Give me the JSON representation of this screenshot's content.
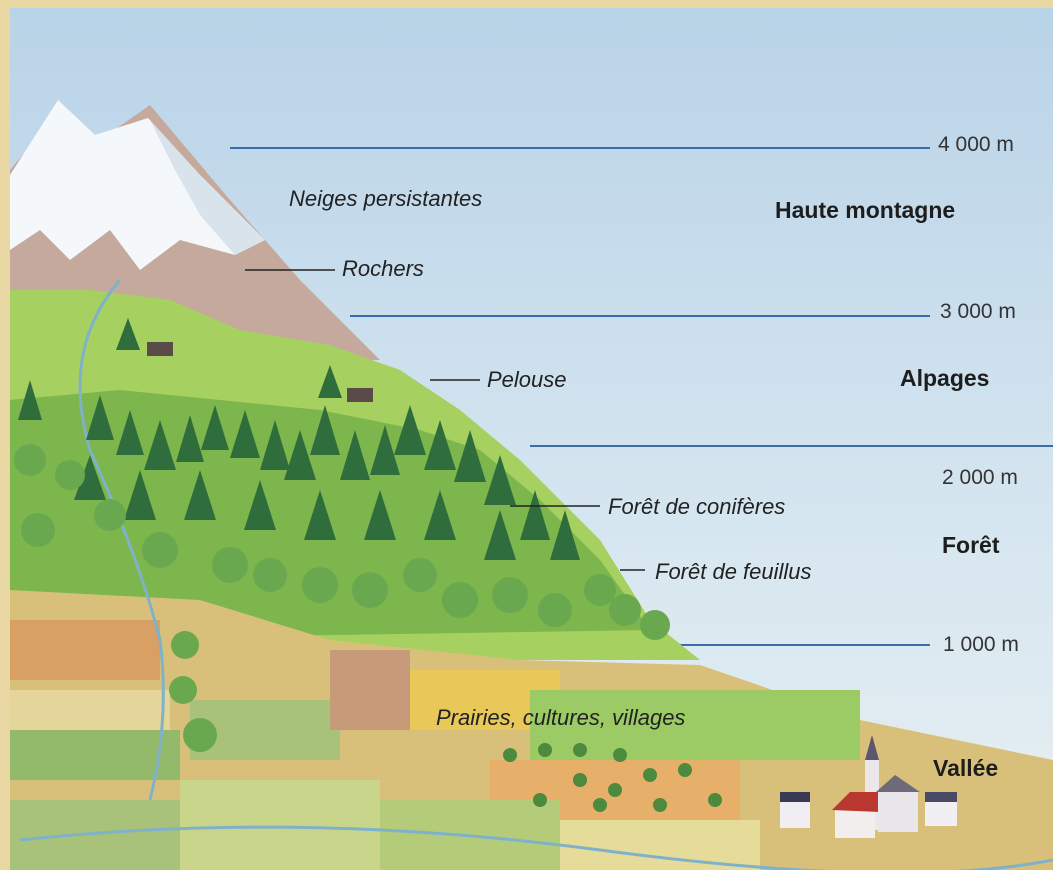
{
  "altitudes": {
    "a4000": "4 000 m",
    "a3000": "3 000 m",
    "a2000": "2 000 m",
    "a1000": "1 000 m"
  },
  "zones": {
    "haute": "Haute montagne",
    "alpages": "Alpages",
    "foret": "Forêt",
    "vallee": "Vallée"
  },
  "labels": {
    "neiges": "Neiges persistantes",
    "rochers": "Rochers",
    "pelouse": "Pelouse",
    "coniferes": "Forêt de conifères",
    "feuillus": "Forêt de feuillus",
    "prairies": "Prairies, cultures, villages"
  },
  "colors": {
    "sky": "#c6dcea",
    "grass": "#9acb56",
    "forest": "#2f6e3c",
    "rock": "#c4a99c",
    "snow": "#f4f8fb",
    "frame": "#e9d7a4"
  }
}
